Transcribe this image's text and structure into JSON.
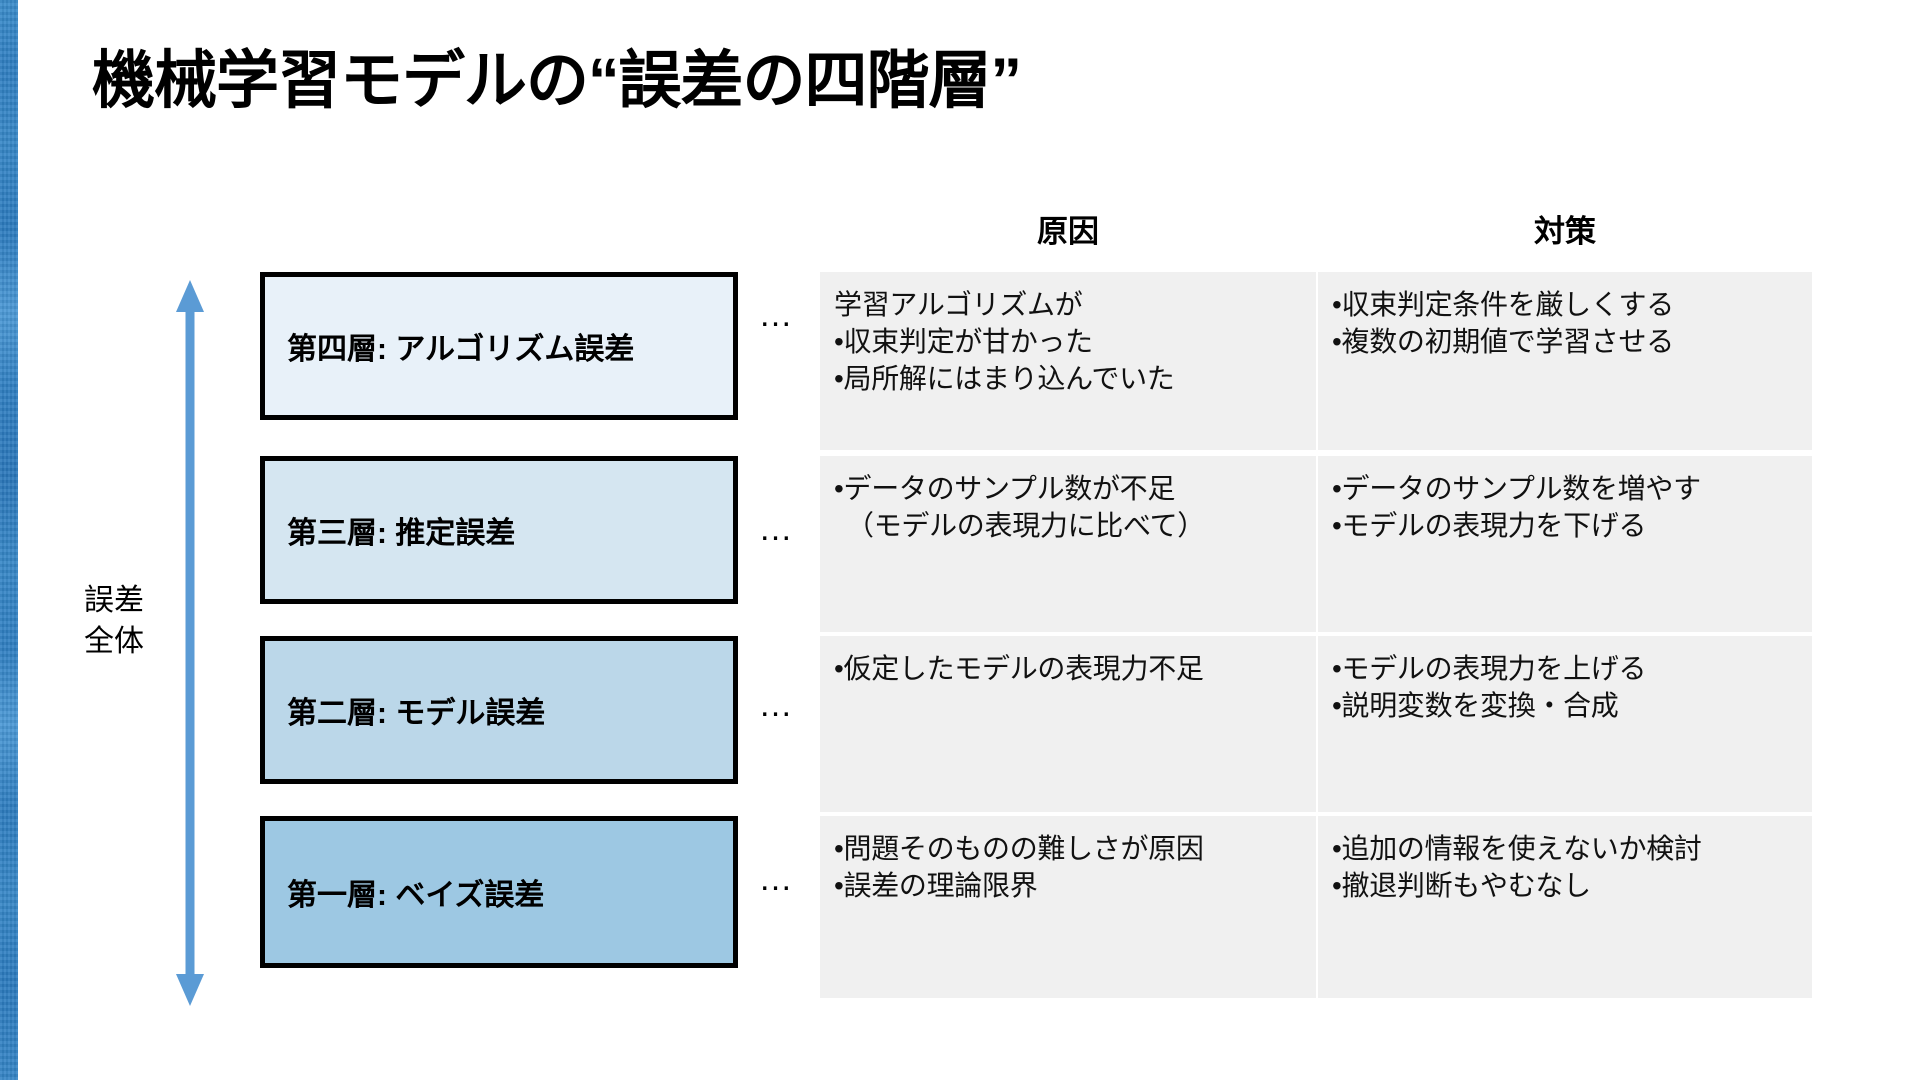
{
  "slide": {
    "title": "機械学習モデルの“誤差の四階層”",
    "accent_color": "#2F7FC2",
    "panel_bg": "#F0F0F0",
    "arrow_color": "#5B9BD5"
  },
  "scope": {
    "label": "誤差\n全体",
    "arrow": "double-headed-vertical-arrow"
  },
  "headers": {
    "cause": "原因",
    "measure": "対策"
  },
  "ellipsis": "…",
  "rows": [
    {
      "layer": "第四層: アルゴリズム誤差",
      "fill": "#E8F1F9",
      "cause": [
        {
          "text": "学習アルゴリズムが",
          "indent": false
        },
        {
          "text": "•収束判定が甘かった",
          "indent": false
        },
        {
          "text": "•局所解にはまり込んでいた",
          "indent": false
        }
      ],
      "measure": [
        {
          "text": "•収束判定条件を厳しくする",
          "indent": false
        },
        {
          "text": "•複数の初期値で学習させる",
          "indent": false
        }
      ]
    },
    {
      "layer": "第三層: 推定誤差",
      "fill": "#D5E6F1",
      "cause": [
        {
          "text": "•データのサンプル数が不足",
          "indent": false
        },
        {
          "text": "（モデルの表現力に比べて）",
          "indent": true
        }
      ],
      "measure": [
        {
          "text": "•データのサンプル数を増やす",
          "indent": false
        },
        {
          "text": "•モデルの表現力を下げる",
          "indent": false
        }
      ]
    },
    {
      "layer": "第二層: モデル誤差",
      "fill": "#BBD7E9",
      "cause": [
        {
          "text": "•仮定したモデルの表現力不足",
          "indent": false
        }
      ],
      "measure": [
        {
          "text": "•モデルの表現力を上げる",
          "indent": false
        },
        {
          "text": "•説明変数を変換・合成",
          "indent": false
        }
      ]
    },
    {
      "layer": "第一層: ベイズ誤差",
      "fill": "#9DC8E3",
      "cause": [
        {
          "text": "•問題そのものの難しさが原因",
          "indent": false
        },
        {
          "text": "•誤差の理論限界",
          "indent": false
        }
      ],
      "measure": [
        {
          "text": "•追加の情報を使えないか検討",
          "indent": false
        },
        {
          "text": "•撤退判断もやむなし",
          "indent": false
        }
      ]
    }
  ]
}
